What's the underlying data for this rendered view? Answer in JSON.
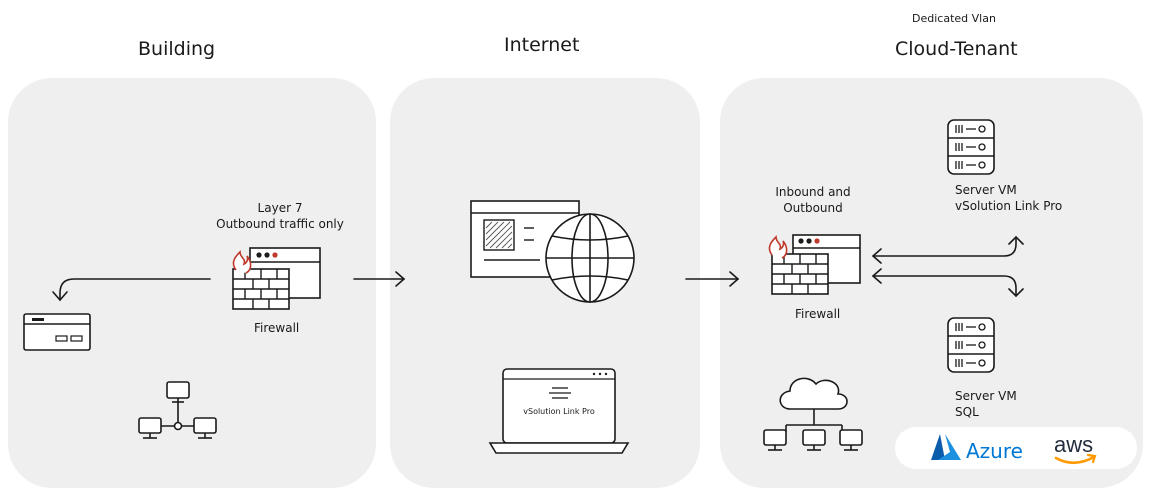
{
  "zones": {
    "building": {
      "title": "Building"
    },
    "internet": {
      "title": "Internet"
    },
    "cloud": {
      "title": "Cloud-Tenant",
      "subtitle": "Dedicated Vlan"
    }
  },
  "building_firewall": {
    "label_line1": "Layer 7",
    "label_line2": "Outbound traffic only",
    "caption": "Firewall"
  },
  "laptop": {
    "screen_label": "vSolution Link Pro"
  },
  "cloud_firewall": {
    "label_line1": "Inbound and",
    "label_line2": "Outbound",
    "caption": "Firewall"
  },
  "server_top": {
    "line1": "Server VM",
    "line2": "vSolution Link Pro"
  },
  "server_bottom": {
    "line1": "Server VM",
    "line2": "SQL"
  },
  "vendors": {
    "azure": "Azure",
    "aws": "aws"
  },
  "colors": {
    "panel": "#efefef",
    "flame": "#c0392b",
    "azure": "#0078d4",
    "aws_smile": "#f90"
  }
}
